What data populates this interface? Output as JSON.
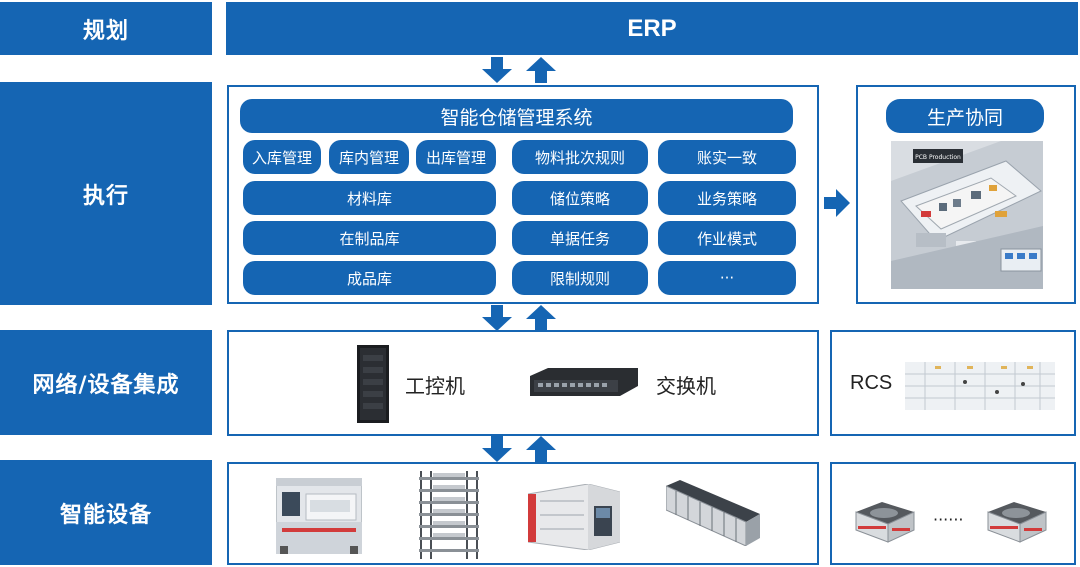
{
  "layers": {
    "planning": "规划",
    "execution": "执行",
    "network": "网络/设备集成",
    "devices": "智能设备"
  },
  "erp": "ERP",
  "wms": {
    "title": "智能仓储管理系统",
    "ops": [
      "入库管理",
      "库内管理",
      "出库管理"
    ],
    "warehouses": [
      "材料库",
      "在制品库",
      "成品库"
    ],
    "col1": [
      "物料批次规则",
      "储位策略",
      "单据任务",
      "限制规则"
    ],
    "col2": [
      "账实一致",
      "业务策略",
      "作业模式",
      "···"
    ]
  },
  "coop": {
    "title": "生产协同",
    "sign": "PCB Production"
  },
  "network": {
    "ipc": "工控机",
    "switch": "交换机",
    "rcs": "RCS"
  },
  "agv": {
    "ellipsis": "······"
  },
  "colors": {
    "primary": "#1565b3",
    "panel_border": "#1565b3"
  }
}
